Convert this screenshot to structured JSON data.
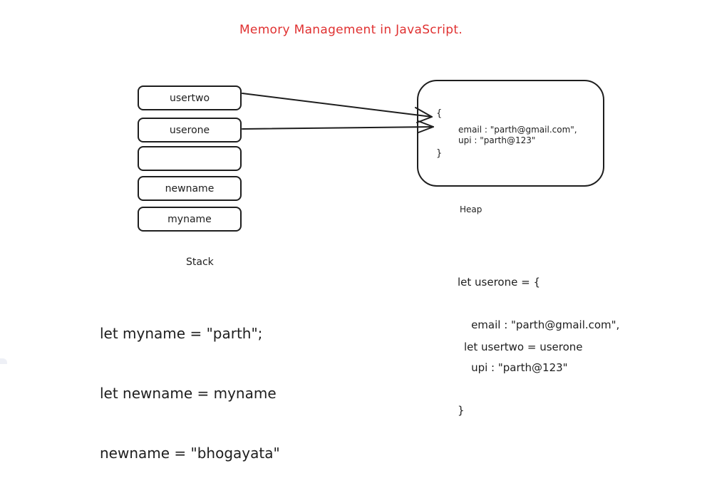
{
  "title": "Memory Management in JavaScript.",
  "stack": {
    "label": "Stack",
    "items": [
      {
        "name": "usertwo"
      },
      {
        "name": "userone"
      },
      {
        "name": ""
      },
      {
        "name": "newname"
      },
      {
        "name": "myname"
      }
    ]
  },
  "heap": {
    "label": "Heap",
    "open_brace": "{",
    "line1": "email : \"parth@gmail.com\",",
    "line2": "upi : \"parth@123\"",
    "close_brace": "}"
  },
  "code_left": {
    "line1": "let myname = \"parth\";",
    "line2": "let newname = myname",
    "line3": "newname = \"bhogayata\""
  },
  "code_right": {
    "line1": "let userone = {",
    "line2": "    email : \"parth@gmail.com\",",
    "line3": "    upi : \"parth@123\"",
    "line4": "}",
    "line5": "let usertwo = userone"
  },
  "colors": {
    "title": "#e03131",
    "stroke": "#1e1e1e"
  }
}
